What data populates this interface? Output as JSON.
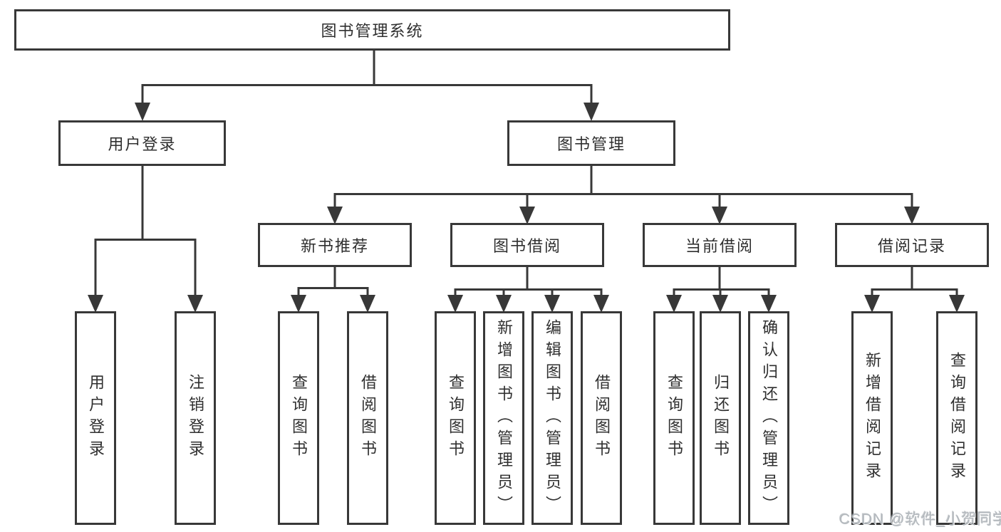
{
  "tree": {
    "root": {
      "label": "图书管理系统",
      "children": [
        {
          "label": "用户登录",
          "children": [
            {
              "label": "用户登录"
            },
            {
              "label": "注销登录"
            }
          ]
        },
        {
          "label": "图书管理",
          "children": [
            {
              "label": "新书推荐",
              "children": [
                {
                  "label": "查询图书"
                },
                {
                  "label": "借阅图书"
                }
              ]
            },
            {
              "label": "图书借阅",
              "children": [
                {
                  "label": "查询图书"
                },
                {
                  "label": "新增图书（管理员）"
                },
                {
                  "label": "编辑图书（管理员）"
                },
                {
                  "label": "借阅图书"
                }
              ]
            },
            {
              "label": "当前借阅",
              "children": [
                {
                  "label": "查询图书"
                },
                {
                  "label": "归还图书"
                },
                {
                  "label": "确认归还（管理员）"
                }
              ]
            },
            {
              "label": "借阅记录",
              "children": [
                {
                  "label": "新增借阅记录"
                },
                {
                  "label": "查询借阅记录"
                }
              ]
            }
          ]
        }
      ]
    }
  },
  "watermark": "CSDN @软件_小贺同学",
  "colors": {
    "line": "#383838",
    "box_border": "#383838",
    "box_fill": "#ffffff",
    "text": "#2f2f2f",
    "background": "#ffffff",
    "watermark": "#b3b8bd"
  }
}
